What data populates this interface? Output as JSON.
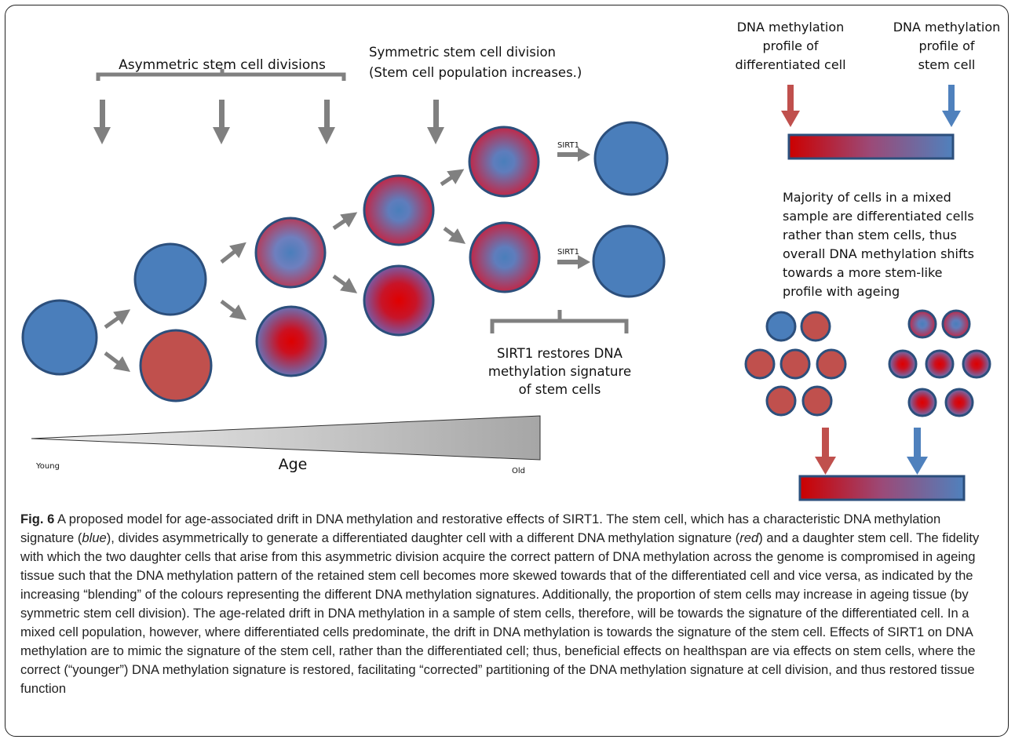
{
  "labels": {
    "asymmetric": "Asymmetric stem cell divisions",
    "symmetric_line1": "Symmetric stem cell division",
    "symmetric_line2": "(Stem cell population increases.)",
    "sirt1_arrow_top": "SIRT1",
    "sirt1_arrow_bottom": "SIRT1",
    "restores_line1": "SIRT1 restores DNA",
    "restores_line2": "methylation  signature",
    "restores_line3": "of stem cells",
    "diff_profile_line1": "DNA methylation",
    "diff_profile_line2": "profile of",
    "diff_profile_line3": "differentiated cell",
    "stem_profile_line1": "DNA methylation",
    "stem_profile_line2": "profile of",
    "stem_profile_line3": "stem cell",
    "majority_line1": "Majority of cells in a mixed",
    "majority_line2": "sample are differentiated cells",
    "majority_line3": "rather than stem cells, thus",
    "majority_line4": "overall DNA methylation  shifts",
    "majority_line5": "towards a more stem-like",
    "majority_line6": "profile with ageing",
    "young": "Young",
    "age": "Age",
    "old": "Old"
  },
  "caption": {
    "fig_label": "Fig. 6",
    "part1": " A proposed model for age-associated drift in DNA methylation and restorative effects of SIRT1. The stem cell, which has a characteristic DNA methylation signature (",
    "blue_word": "blue",
    "part2": "), divides asymmetrically to generate a differentiated daughter cell with a different DNA methylation signature (",
    "red_word": "red",
    "part3": ") and a daughter stem cell. The fidelity with which the two daughter cells that arise from this asymmetric division acquire the correct pattern of DNA methylation across the genome is compromised in ageing tissue such that the DNA methylation pattern of the retained stem cell becomes more skewed towards that of the differentiated cell and vice versa, as indicated by the increasing “blending” of the colours representing the different DNA methylation signatures. Additionally, the proportion of stem cells may increase in ageing tissue (by symmetric stem cell division). The age-related drift in DNA methylation in a sample of stem cells, therefore, will be towards the signature of the differentiated cell. In a mixed cell population, however, where differentiated cells predominate, the drift in DNA methylation is towards the signature of the stem cell. Effects of SIRT1 on DNA methylation are to mimic the signature of the stem cell, rather than the differentiated cell; thus, beneficial effects on healthspan are via effects on stem cells, where the correct (“younger”) DNA methylation signature is restored, facilitating “corrected” partitioning of the DNA methylation signature at cell division, and thus restored tissue function"
  },
  "colors": {
    "stem_blue": "#4a7ebb",
    "diff_red": "#c0504d",
    "bright_red": "#cc0000",
    "outline": "#2c4f7c",
    "arrow_gray": "#808080",
    "arrow_red": "#c0504d",
    "arrow_blue": "#4f81bd"
  }
}
